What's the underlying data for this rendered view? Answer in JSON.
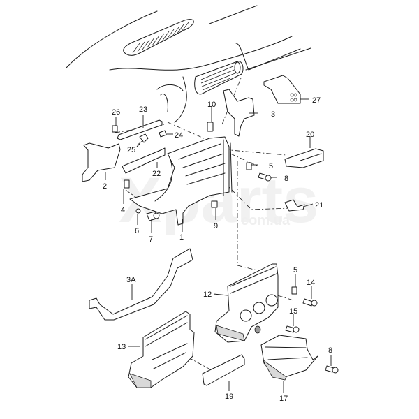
{
  "diagram": {
    "title": "Dashboard centre console / glove box exploded parts view",
    "watermark": {
      "brand": "Xparts",
      "domain": "com.ua"
    },
    "labels": {
      "p1": "1",
      "p2": "2",
      "p3": "3",
      "p3a": "3A",
      "p4": "4",
      "p5a": "5",
      "p5b": "5",
      "p6": "6",
      "p7": "7",
      "p8a": "8",
      "p8b": "8",
      "p9": "9",
      "p10": "10",
      "p12": "12",
      "p13": "13",
      "p14": "14",
      "p15": "15",
      "p17": "17",
      "p19": "19",
      "p20": "20",
      "p21": "21",
      "p22": "22",
      "p23": "23",
      "p24": "24",
      "p25": "25",
      "p26": "26",
      "p27": "27"
    }
  }
}
